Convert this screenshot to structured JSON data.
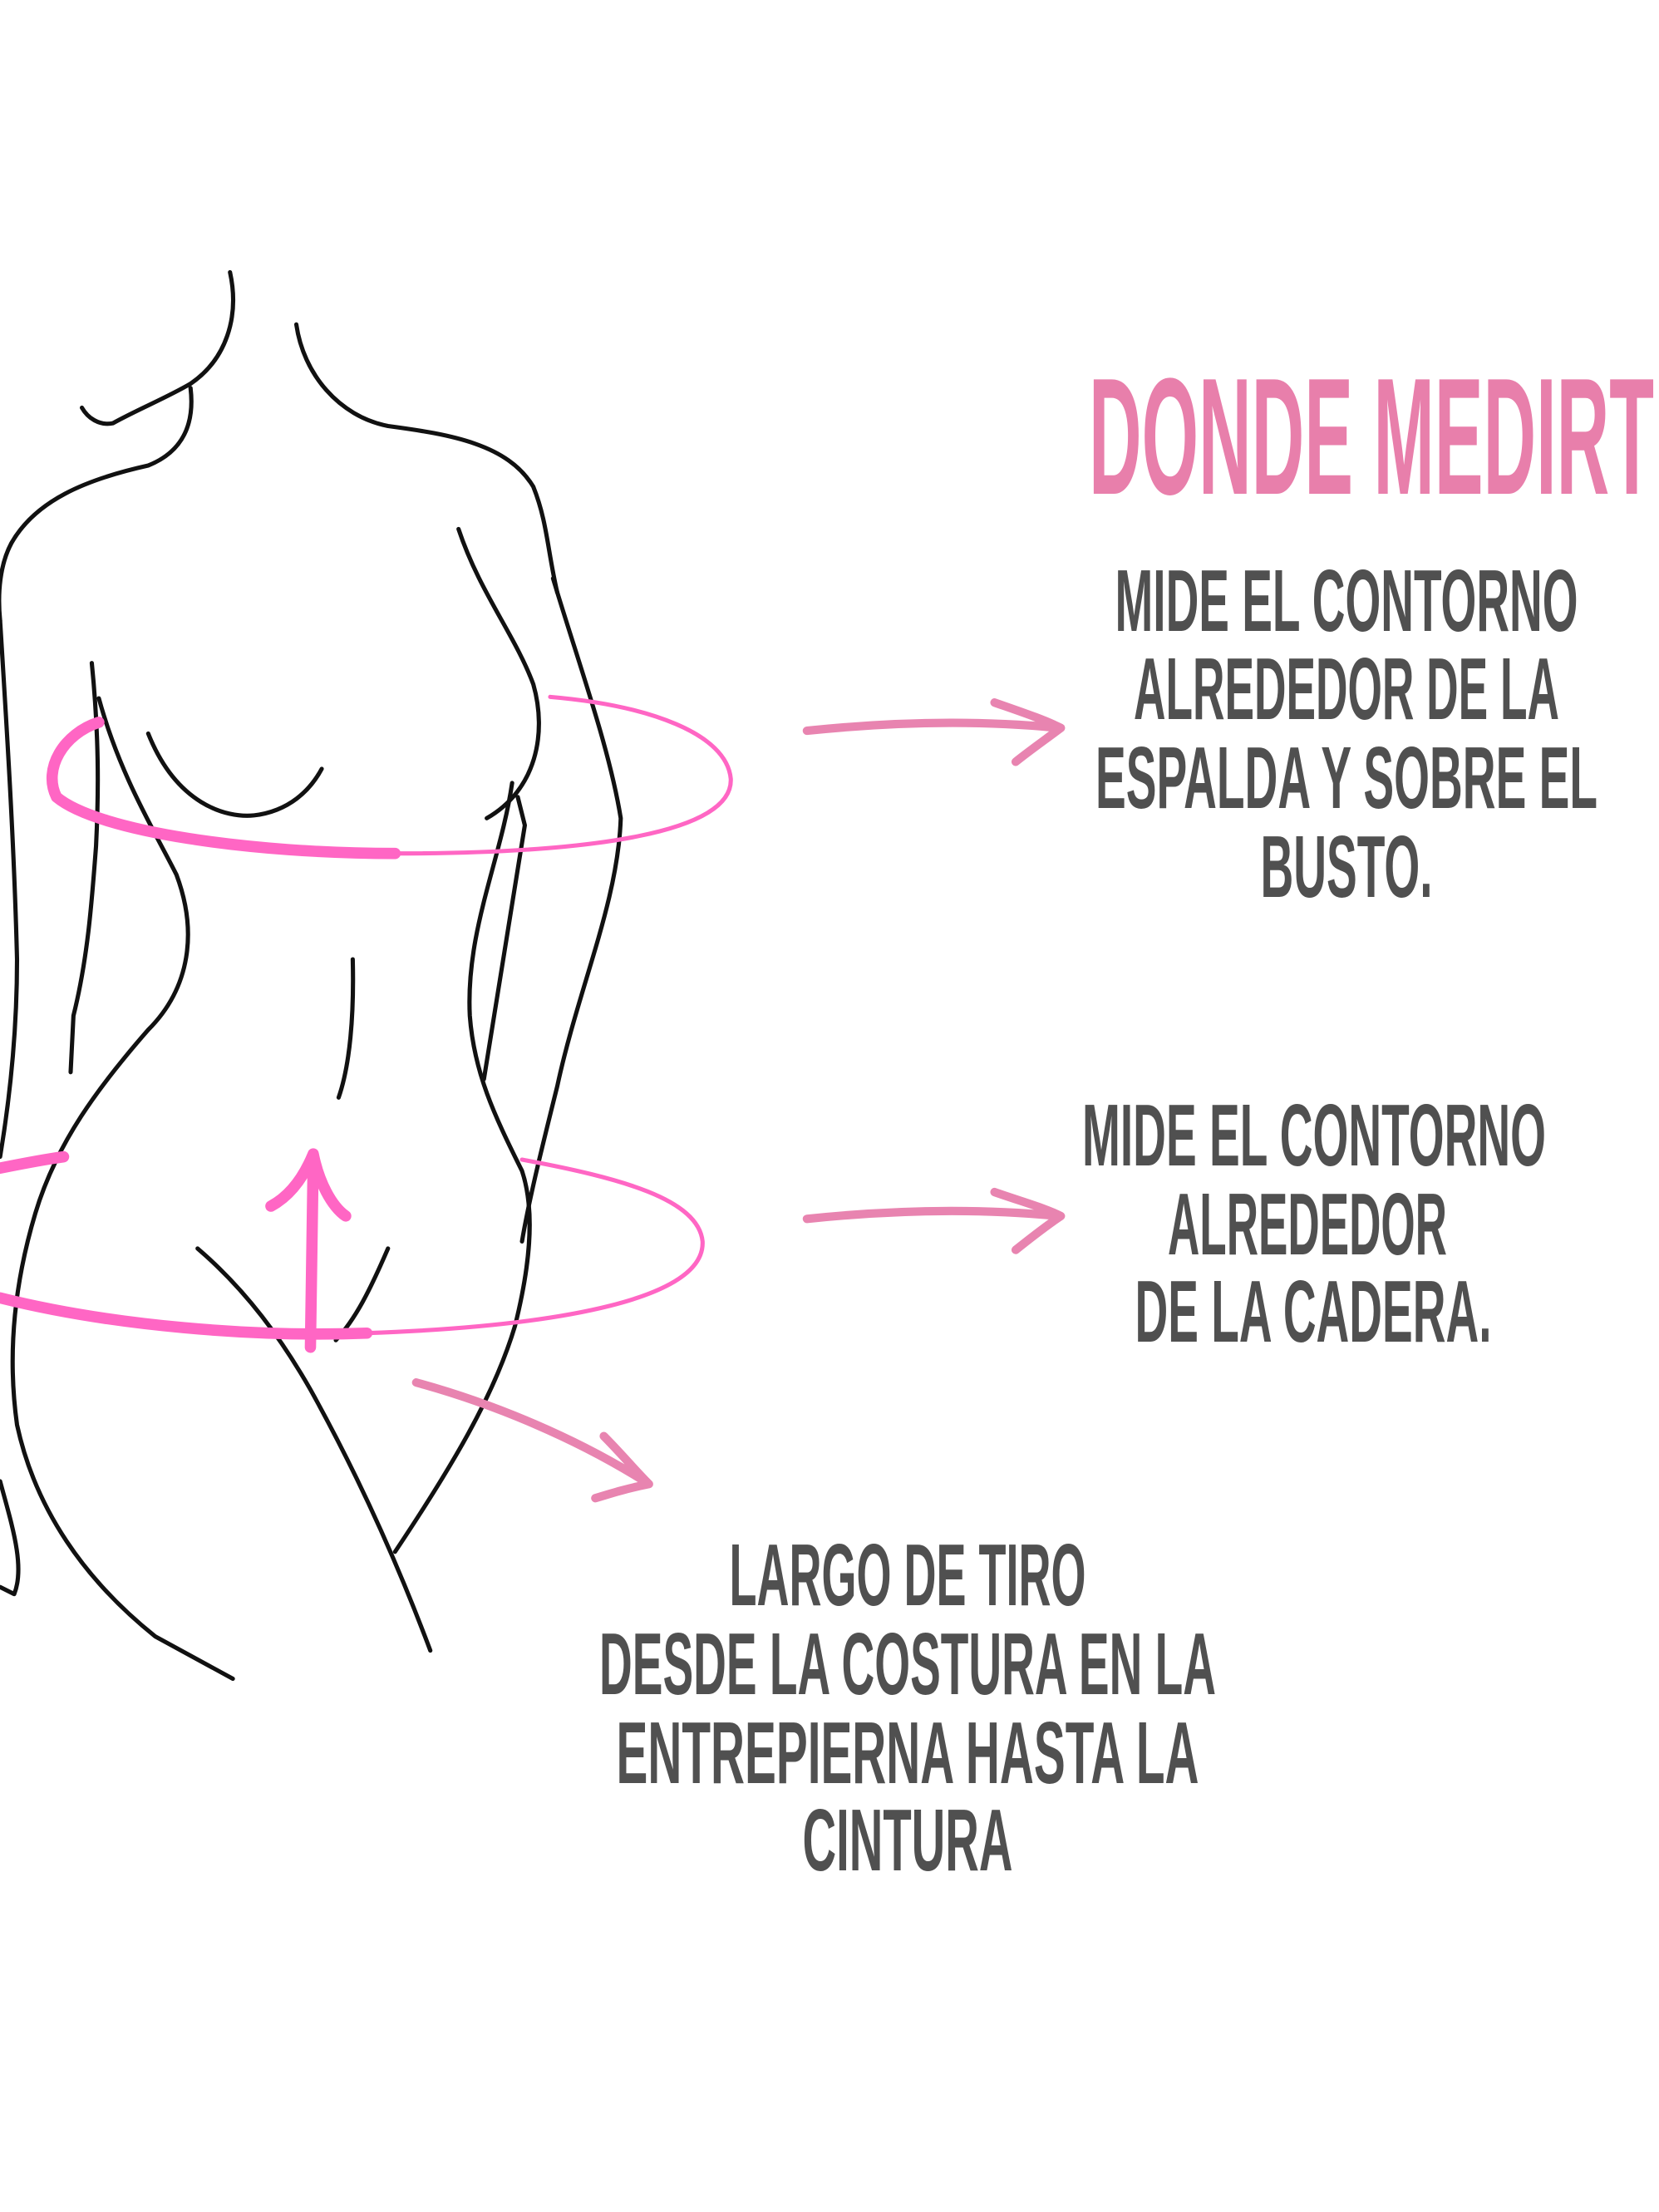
{
  "title": "DONDE MEDIRT",
  "instructions": [
    {
      "lines": [
        "MIDE EL CONTORNO",
        "ALREDEDOR DE LA",
        "ESPALDA Y SOBRE EL",
        "BUSTO."
      ]
    },
    {
      "lines": [
        "MIDE EL CONTORNO",
        "ALREDEDOR",
        "DE LA CADERA."
      ]
    },
    {
      "lines": [
        "LARGO DE TIRO",
        "DESDE LA COSTURA EN LA",
        "ENTREPIERNA HASTA LA",
        "CINTURA"
      ]
    }
  ],
  "colors": {
    "title": "#e87fab",
    "text": "#505050",
    "measure_ring": "#ff66c4",
    "pointer_arrow": "#e884b0",
    "outline": "#111111"
  }
}
